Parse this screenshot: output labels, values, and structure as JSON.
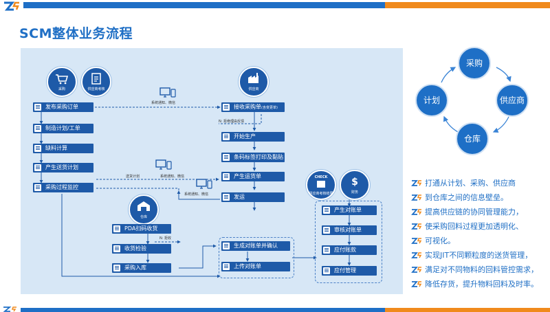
{
  "title": "SCM整体业务流程",
  "brand": {
    "blue": "#1e6fc6",
    "orange": "#f08a1c",
    "navy": "#1e5aa8"
  },
  "nodes": {
    "purchase": "采购",
    "supplier_exam": "供应商考核",
    "supplier": "供应商",
    "warehouse": "仓库",
    "check": "CHECK",
    "supplier_statement": "供应商考核结果",
    "finance": "财务"
  },
  "steps": {
    "publish_po": "发布采购订单",
    "make_plan": "制造计划/工单",
    "shortage": "缺料计算",
    "ship_plan": "产生送货计划",
    "monitor": "采购过程监控",
    "receive_po": "接收采购单",
    "receive_po_note": "(含变更单)",
    "start_prod": "开始生产",
    "label_print": "条码标签打印及黏贴",
    "ship_order": "产生运货单",
    "ship": "发运",
    "pda": "PDA扫码收货",
    "inspect": "收货检验",
    "stock_in": "采购入库",
    "gen_statement": "生成对账单并确认",
    "upload_statement": "上传对账单",
    "create_statement": "产生对账单",
    "review_statement": "审核对账单",
    "payable": "应付账款",
    "pay_manage": "应付管理"
  },
  "notes": {
    "notify1": "系统通知、微信",
    "notify2": "系统通知、微信",
    "notify3": "系统通知、微信",
    "reject_reason": "N: 拒绝理由反馈",
    "send_plan": "送货计划",
    "reject": "N: 拒收"
  },
  "cycle": [
    "采购",
    "供应商",
    "仓库",
    "计划"
  ],
  "bullets": [
    "打通从计划、采购、供应商",
    "到仓库之间的信息壁垒。",
    "提高供应链的协同管理能力，",
    "使采购回料过程更加透明化、",
    "可视化。",
    "实现JIT不同颗粒度的送货管理，",
    "满足对不同物料的回料管控需求，",
    "降低存货，提升物料回料及时率。"
  ]
}
